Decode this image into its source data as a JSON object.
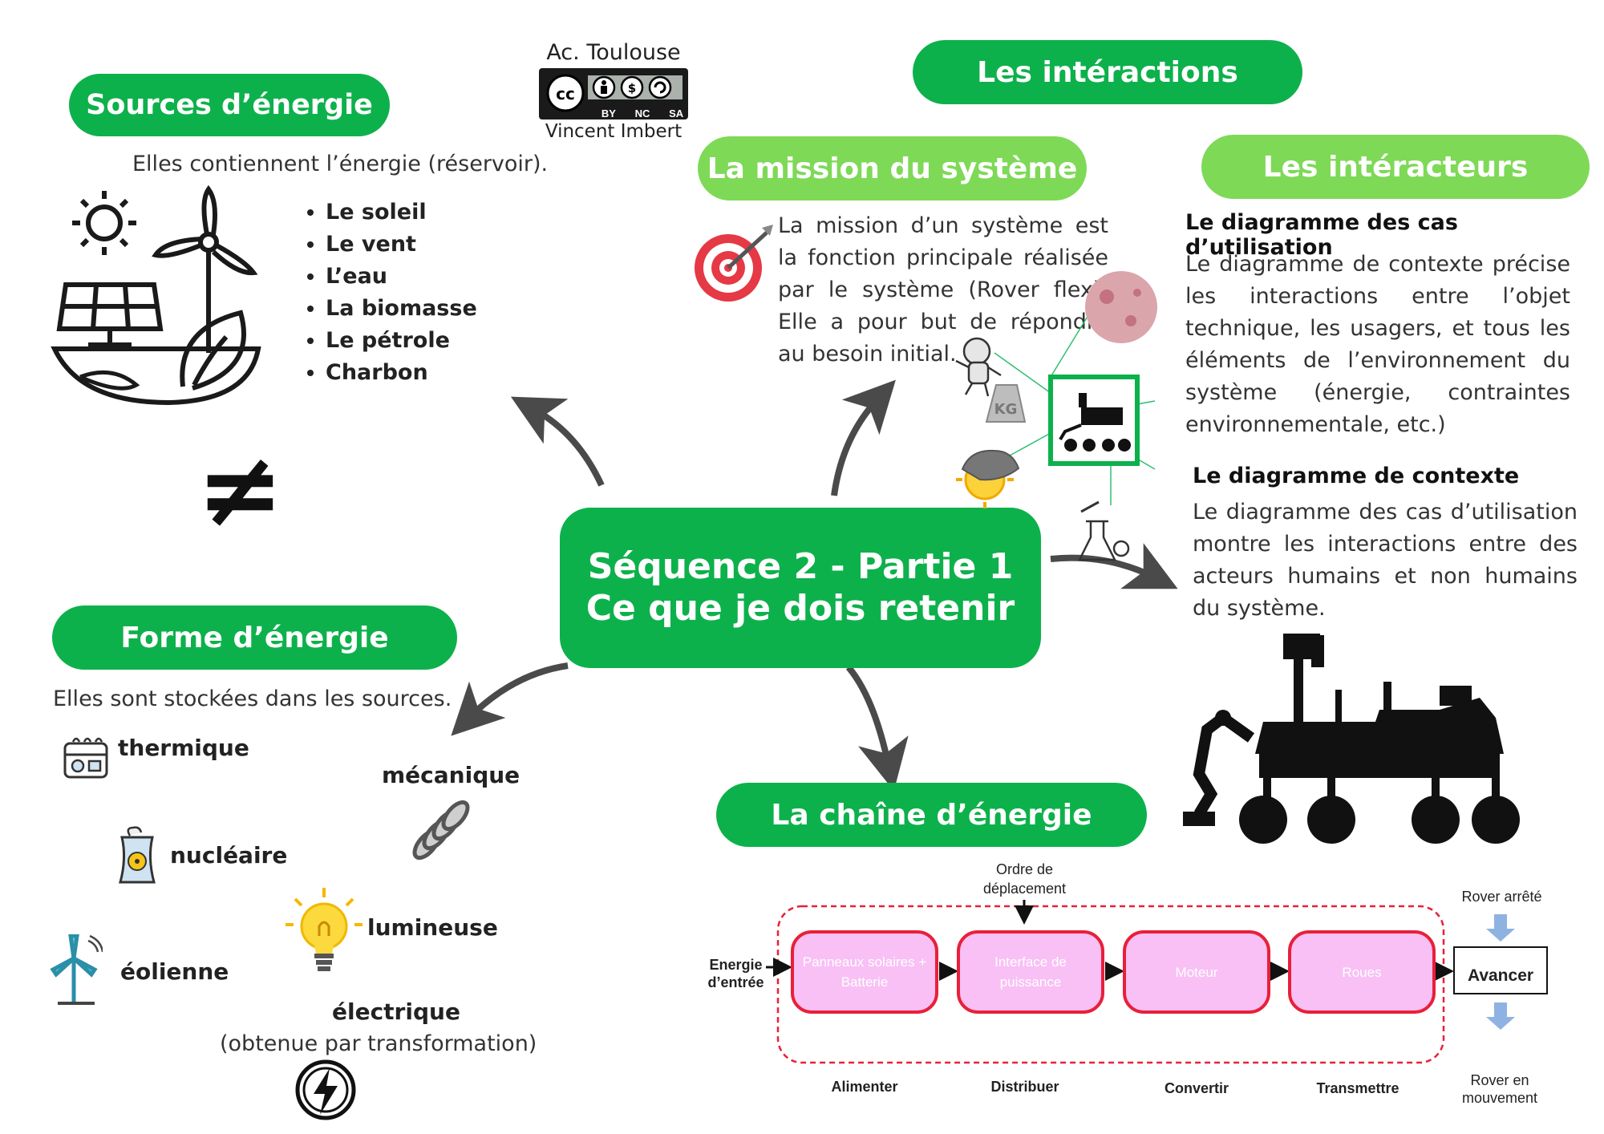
{
  "credit": {
    "org": "Ac. Toulouse",
    "license_badge": "CC BY NC SA",
    "license_parts": [
      "BY",
      "NC",
      "SA"
    ],
    "author": "Vincent Imbert"
  },
  "center": {
    "line1": "Séquence 2 - Partie 1",
    "line2": "Ce que je dois retenir"
  },
  "sources": {
    "title": "Sources d’énergie",
    "subtitle": "Elles contiennent l’énergie (réservoir).",
    "items": [
      "Le soleil",
      "Le vent",
      "L’eau",
      "La biomasse",
      "Le pétrole",
      "Charbon"
    ]
  },
  "not_equal_symbol": "≠",
  "forms": {
    "title": "Forme d’énergie",
    "subtitle": "Elles sont stockées dans les sources.",
    "thermique": "thermique",
    "mecanique": "mécanique",
    "nucleaire": "nucléaire",
    "lumineuse": "lumineuse",
    "eolienne": "éolienne",
    "electrique": "électrique",
    "electrique_note": "(obtenue par transformation)"
  },
  "interactions": {
    "title": "Les intéractions"
  },
  "mission": {
    "title": "La mission du système",
    "text": "La mission d’un système est la fonction principale réalisée par le système (Rover flex). Elle a pour but de répondre au besoin initial."
  },
  "interactors": {
    "title": "Les intéracteurs",
    "heading1": "Le diagramme des cas d’utilisation",
    "text1": "Le diagramme de contexte précise les interactions entre l’objet technique, les usagers, et tous les éléments de l’environnement du système (énergie, contraintes environnementale, etc.)",
    "heading2": "Le diagramme de contexte",
    "text2": "Le diagramme des cas d’utilisation montre les interactions entre des acteurs humains et non humains du système."
  },
  "chain": {
    "title": "La chaîne d’énergie",
    "input_label": "Energie d’entrée",
    "order_label": "Ordre de déplacement",
    "boxes": [
      "Panneaux solaires + Batterie",
      "Interface de puissance",
      "Moteur",
      "Roues"
    ],
    "functions": [
      "Alimenter",
      "Distribuer",
      "Convertir",
      "Transmettre"
    ],
    "state_before": "Rover arrêté",
    "action": "Avancer",
    "state_after": "Rover en mouvement"
  },
  "colors": {
    "dark_green": "#0db14b",
    "light_green": "#7ed957",
    "chain_red": "#e8203a",
    "chain_pink": "#f8c0f5",
    "arrow_gray": "#4a4a4a"
  },
  "icons": [
    "sun-icon",
    "wind-turbine-icon",
    "solar-panel-icon",
    "leaf-icon",
    "target-icon",
    "astronaut-icon",
    "moon-icon",
    "rover-icon",
    "sun-small-icon",
    "weight-icon",
    "rock-icon",
    "lab-icon",
    "thermometer-icon",
    "spring-icon",
    "nuclear-plant-icon",
    "light-bulb-icon",
    "turbine-icon",
    "lightning-icon",
    "rover-silhouette-icon"
  ]
}
